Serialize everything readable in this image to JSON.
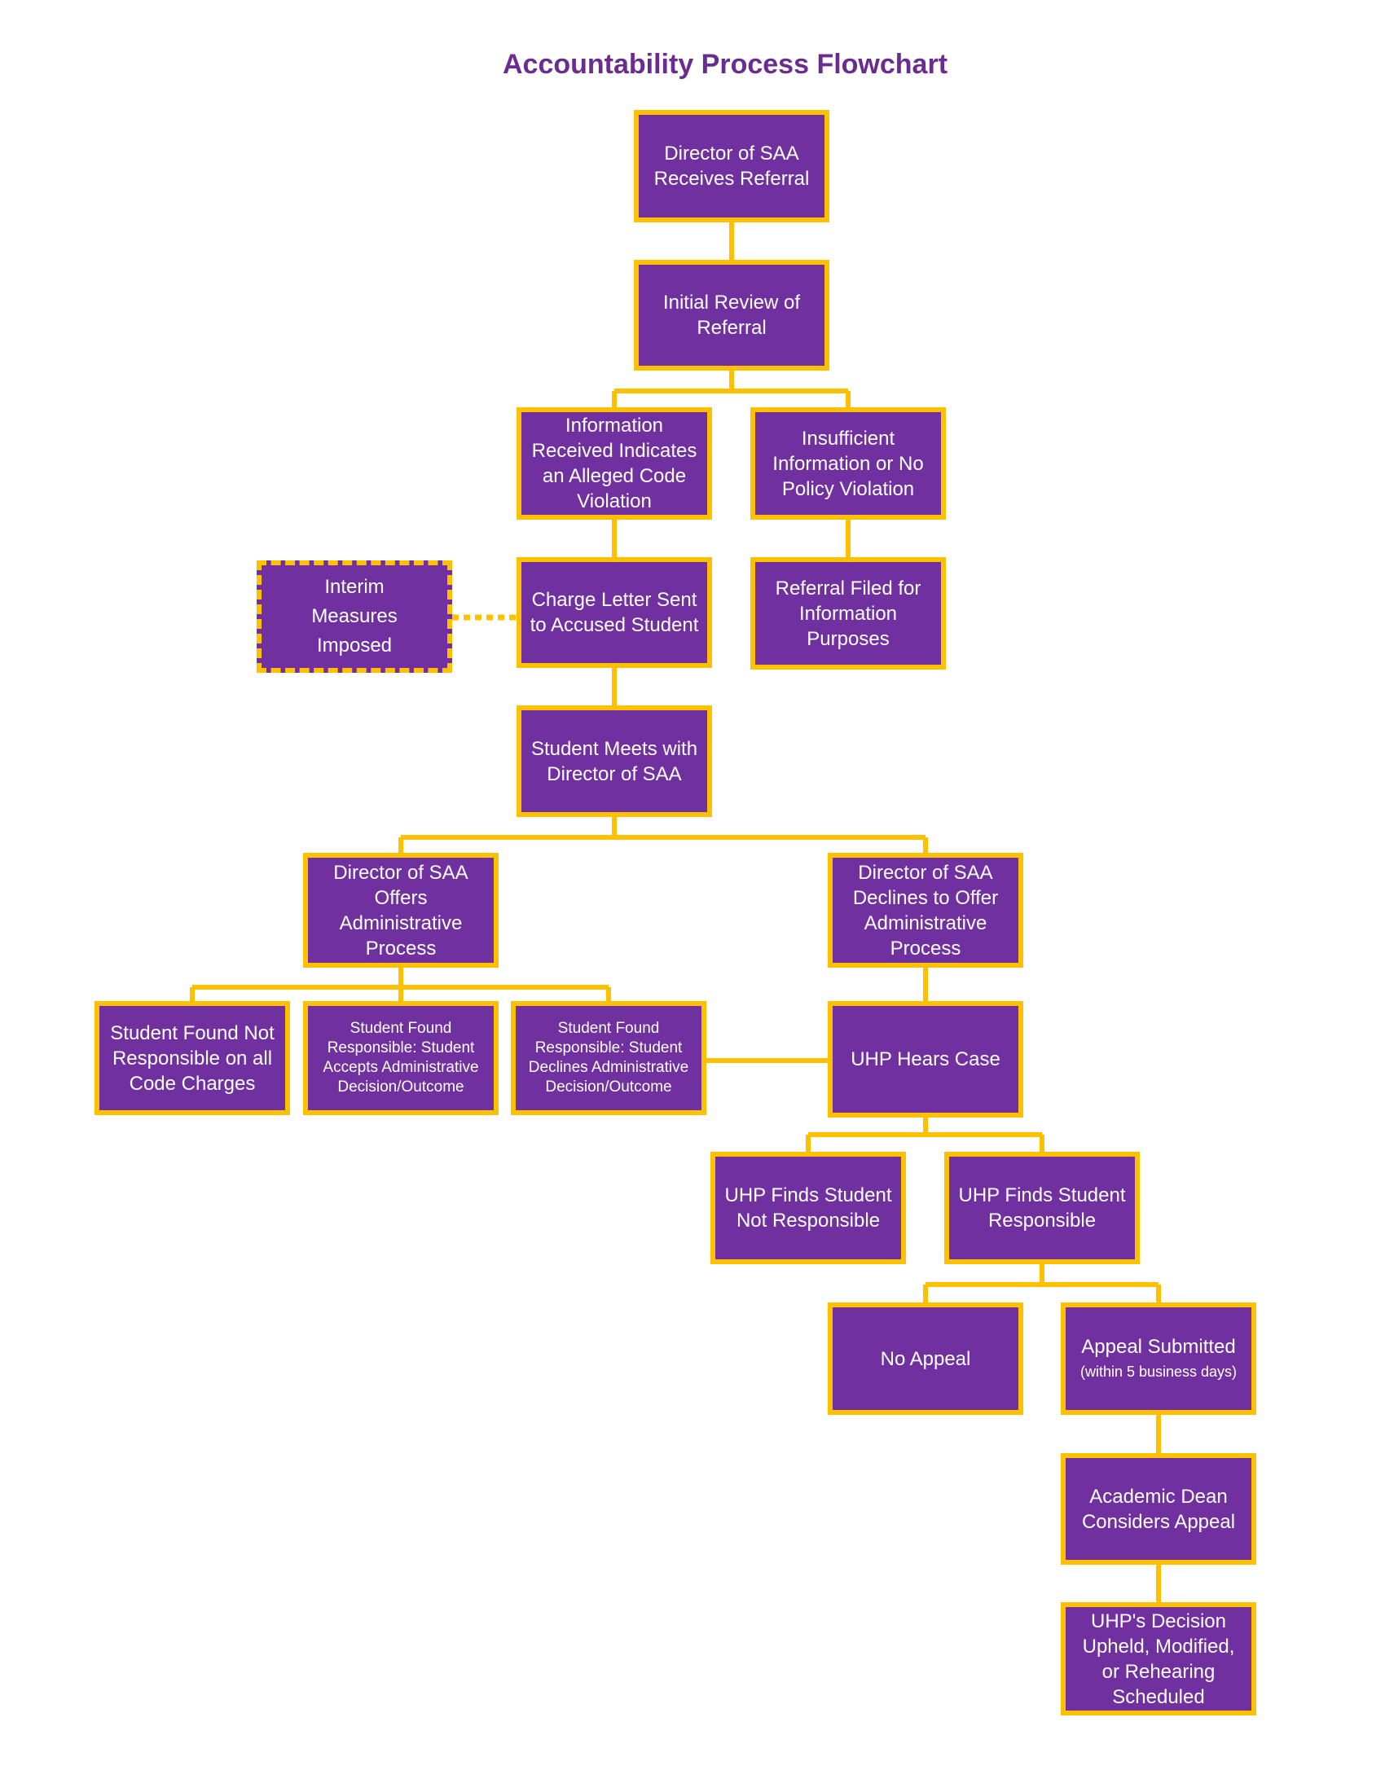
{
  "title": "Accountability Process Flowchart",
  "colors": {
    "box_fill": "#7030a0",
    "box_border": "#ffc000",
    "connector": "#ffc000",
    "title": "#6b2c91"
  },
  "nodes": {
    "director_receives": "Director of SAA Receives Referral",
    "initial_review": "Initial Review of Referral",
    "alleged_violation": "Information Received Indicates an Alleged Code Violation",
    "insufficient_info": "Insufficient Information or No Policy Violation",
    "interim_measures": "Interim Measures Imposed",
    "charge_letter": "Charge Letter Sent to Accused Student",
    "referral_filed": "Referral Filed for Information Purposes",
    "student_meets": "Student Meets with Director of SAA",
    "offers_admin": "Director of SAA Offers Administrative Process",
    "declines_admin": "Director of SAA Declines to Offer Administrative Process",
    "not_responsible_all": "Student Found Not Responsible on all Code Charges",
    "accepts_admin": "Student Found Responsible: Student Accepts Administrative Decision/Outcome",
    "declines_decision": "Student Found Responsible: Student Declines Administrative Decision/Outcome",
    "uhp_hears": "UHP Hears Case",
    "uhp_not_responsible": "UHP Finds Student Not Responsible",
    "uhp_responsible": "UHP Finds Student Responsible",
    "no_appeal": "No Appeal",
    "appeal_submitted": "Appeal Submitted",
    "appeal_note": "(within 5 business days)",
    "dean_considers": "Academic Dean Considers Appeal",
    "decision_upheld": "UHP's Decision Upheld, Modified, or Rehearing Scheduled"
  }
}
